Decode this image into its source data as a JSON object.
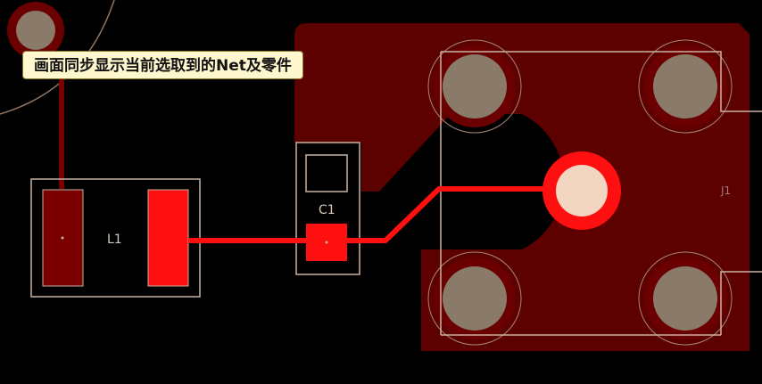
{
  "callout": {
    "text": "画面同步显示当前选取到的Net及零件"
  },
  "components": {
    "l1": {
      "designator": "L1"
    },
    "c1": {
      "designator": "C1"
    },
    "j1": {
      "designator": "J1"
    }
  },
  "colors": {
    "background": "#000000",
    "copper_pour": "#5c0000",
    "highlight_copper": "#ff1010",
    "dim_copper": "#7a0000",
    "silkscreen": "#c9b2a2",
    "through_hole": "#8a7a6a",
    "selected_pad_center": "#f2d6c2",
    "callout_background": "#fff8cf"
  }
}
